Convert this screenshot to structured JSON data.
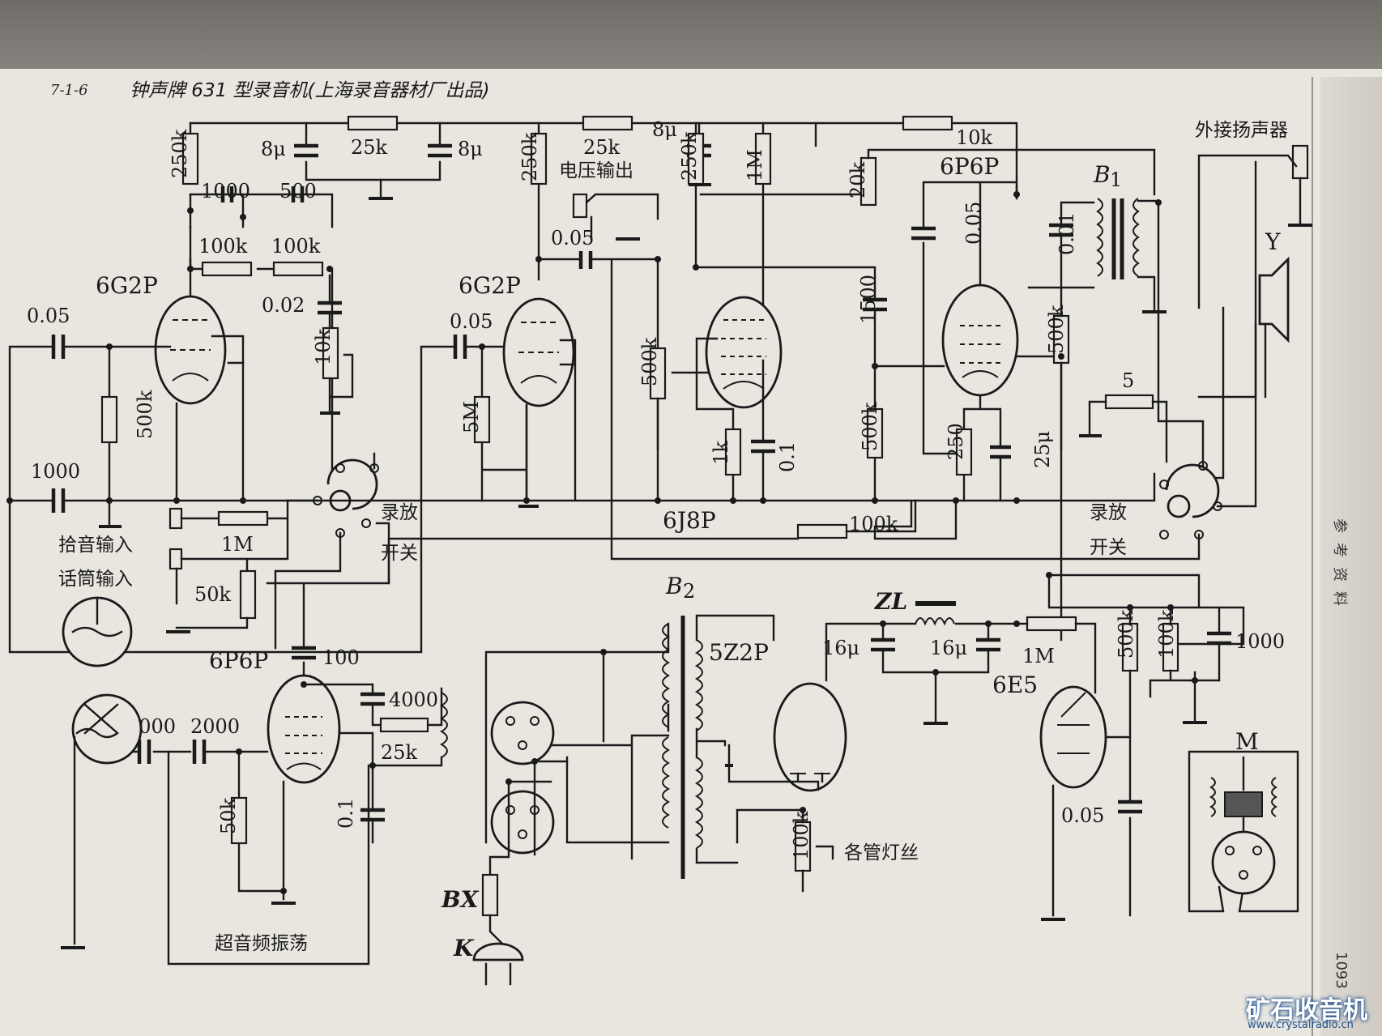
{
  "header": {
    "code": "7-1-6",
    "title": "钟声牌 631 型录音机(上海录音器材厂出品)"
  },
  "labels": {
    "tube_6g2p": "6G2P",
    "tube_6j8p": "6J8P",
    "tube_6p6p": "6P6P",
    "tube_5z2p": "5Z2P",
    "tube_6e5": "6E5",
    "r_250k": "250k",
    "r_25k": "25k",
    "r_100k": "100k",
    "r_10k": "10k",
    "r_500k": "500k",
    "r_1m": "1M",
    "r_50k": "50k",
    "r_5m": "5M",
    "r_1k": "1k",
    "r_20k": "20k",
    "r_250": "250",
    "r_5": "5",
    "c_8u": "8μ",
    "c_1000": "1000",
    "c_500": "500",
    "c_002": "0.02",
    "c_005": "0.05",
    "c_01": "0.1",
    "c_1500": "1500",
    "c_001": "0.01",
    "c_25u": "25μ",
    "c_100": "100",
    "c_2000": "2000",
    "c_4000": "4000",
    "c_16u": "16μ",
    "voltage_out": "电压输出",
    "pickup_in": "拾音输入",
    "mic_in": "话筒输入",
    "rec_play": "录放",
    "switch": "开关",
    "ext_speaker": "外接扬声器",
    "ultrasonic_osc": "超音频振荡",
    "filaments": "各管灯丝",
    "b1": "B",
    "b1_sub": "1",
    "b2": "B",
    "b2_sub": "2",
    "zl": "ZL",
    "bx": "BX",
    "k": "K",
    "y": "Y",
    "m": "M"
  },
  "page_number": "1093",
  "side_text": "参考资料",
  "watermark": {
    "name": "矿石收音机",
    "url": "www.crystalradio.cn"
  }
}
